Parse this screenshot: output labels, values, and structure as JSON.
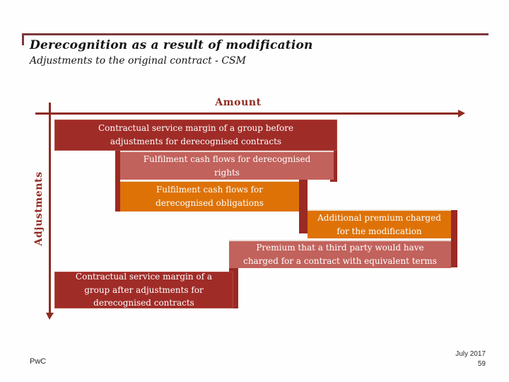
{
  "slide": {
    "title": "Derecognition as a result of modification",
    "subtitle": "Adjustments to the original contract - CSM"
  },
  "chart": {
    "x_axis_label": "Amount",
    "y_axis_label": "Adjustments"
  },
  "diagram": {
    "type": "waterfall",
    "boxes": [
      {
        "id": "csm-before",
        "color_role": "dark-red",
        "label": "Contractual service margin of a group before\nadjustments for derecognised contracts"
      },
      {
        "id": "fcf-rights",
        "color_role": "pink",
        "label": "Fulfilment cash flows for derecognised\nrights"
      },
      {
        "id": "fcf-obligations",
        "color_role": "orange",
        "label": "Fulfilment cash flows for\nderecognised obligations"
      },
      {
        "id": "additional-premium",
        "color_role": "orange",
        "label": "Additional premium charged\nfor the modification"
      },
      {
        "id": "third-party-premium",
        "color_role": "pink",
        "label": "Premium that a third party would have\ncharged for a contract with equivalent terms"
      },
      {
        "id": "csm-after",
        "color_role": "dark-red",
        "label": "Contractual service margin of a\ngroup after adjustments for\nderecognised contracts"
      }
    ],
    "colors": {
      "dark_red": "#a02c28",
      "pink": "#c2625c",
      "orange": "#de7207",
      "axis_red": "#8f2b21",
      "header_rule": "#7a393d"
    }
  },
  "footer": {
    "brand": "PwC",
    "date": "July 2017",
    "page_number": "59"
  }
}
